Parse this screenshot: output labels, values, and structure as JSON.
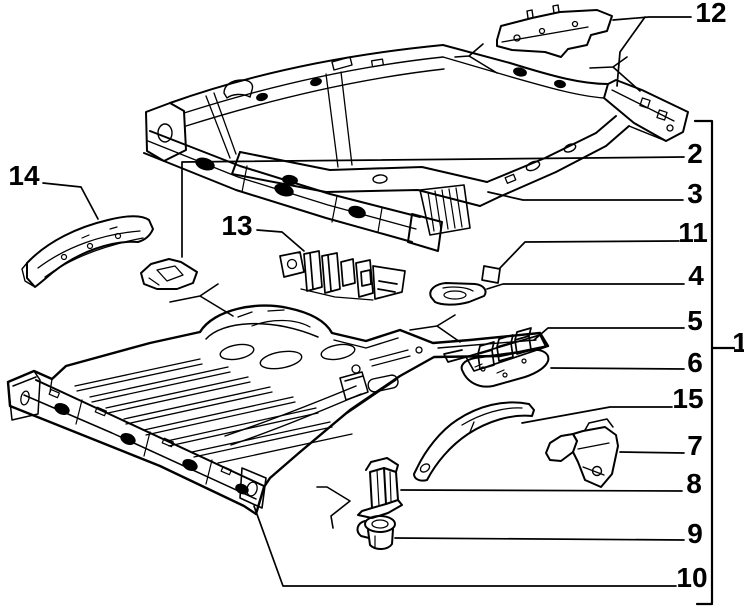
{
  "diagram": {
    "type": "exploded-parts-diagram",
    "subject": "vehicle rear underbody frame and floor pan",
    "paper_color": "#ffffff",
    "ink_color": "#000000",
    "callouts": {
      "c1": {
        "label": "1"
      },
      "c2": {
        "label": "2"
      },
      "c3": {
        "label": "3"
      },
      "c4": {
        "label": "4"
      },
      "c5": {
        "label": "5"
      },
      "c6": {
        "label": "6"
      },
      "c7": {
        "label": "7"
      },
      "c8": {
        "label": "8"
      },
      "c9": {
        "label": "9"
      },
      "c10": {
        "label": "10"
      },
      "c11": {
        "label": "11"
      },
      "c12": {
        "label": "12"
      },
      "c13": {
        "label": "13"
      },
      "c14": {
        "label": "14"
      },
      "c15": {
        "label": "15"
      }
    }
  }
}
